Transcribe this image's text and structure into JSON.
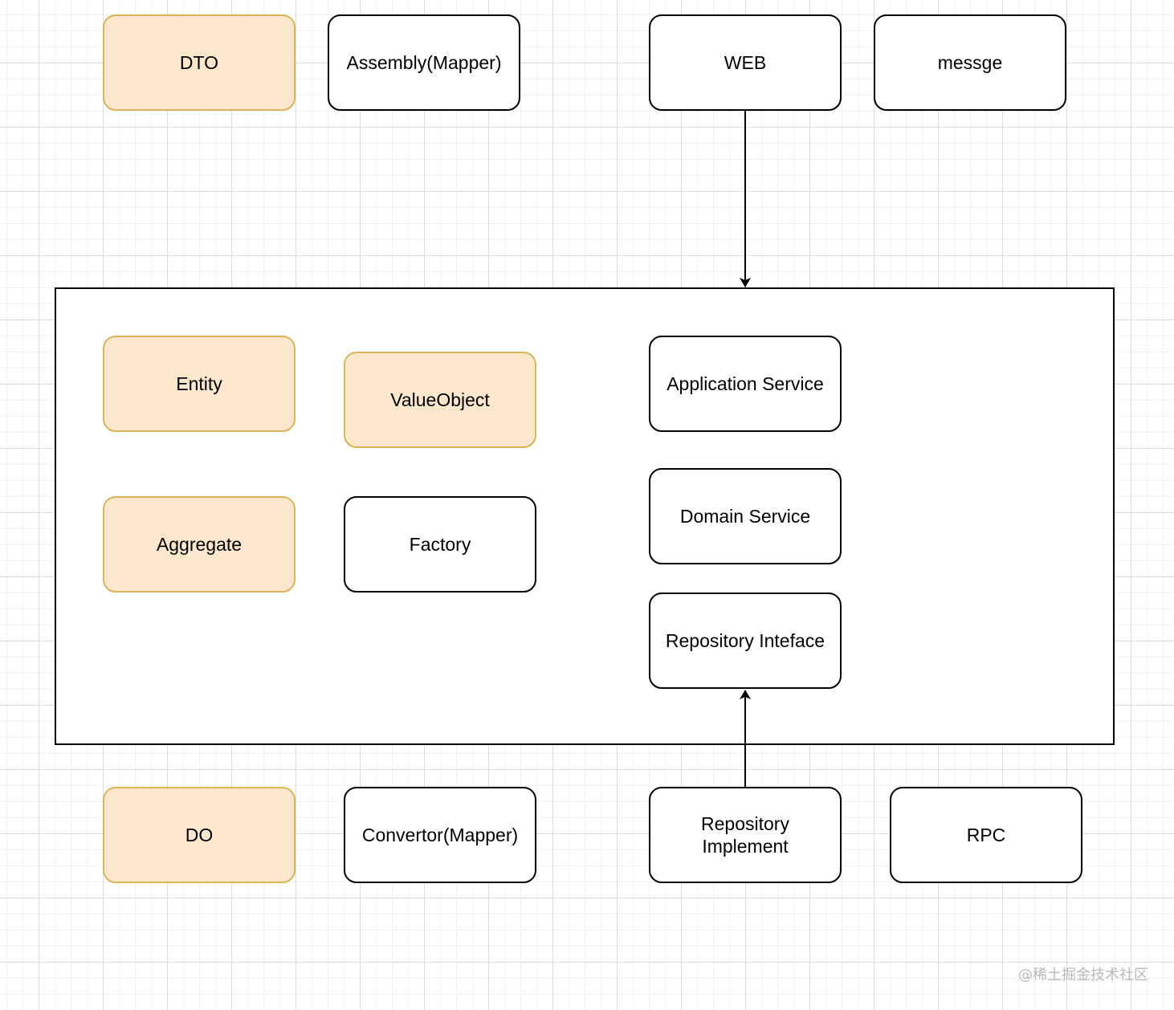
{
  "diagram": {
    "top_row": {
      "dto": "DTO",
      "assembly": "Assembly(Mapper)",
      "web": "WEB",
      "message": "messge"
    },
    "domain_layer": {
      "entity": "Entity",
      "value_object": "ValueObject",
      "aggregate": "Aggregate",
      "factory": "Factory",
      "application_service": "Application Service",
      "domain_service": "Domain Service",
      "repository_interface": "Repository Inteface"
    },
    "bottom_row": {
      "do": "DO",
      "convertor": "Convertor(Mapper)",
      "repository_implement": "Repository\nImplement",
      "rpc": "RPC"
    },
    "edges": [
      {
        "from": "WEB",
        "to": "domain-layer"
      },
      {
        "from": "Repository Implement",
        "to": "Repository Inteface"
      }
    ],
    "colors": {
      "model_fill": "#fce6cc",
      "model_border": "#d6b656",
      "default_fill": "#ffffff",
      "default_border": "#000000"
    }
  },
  "watermark": "@稀土掘金技术社区"
}
